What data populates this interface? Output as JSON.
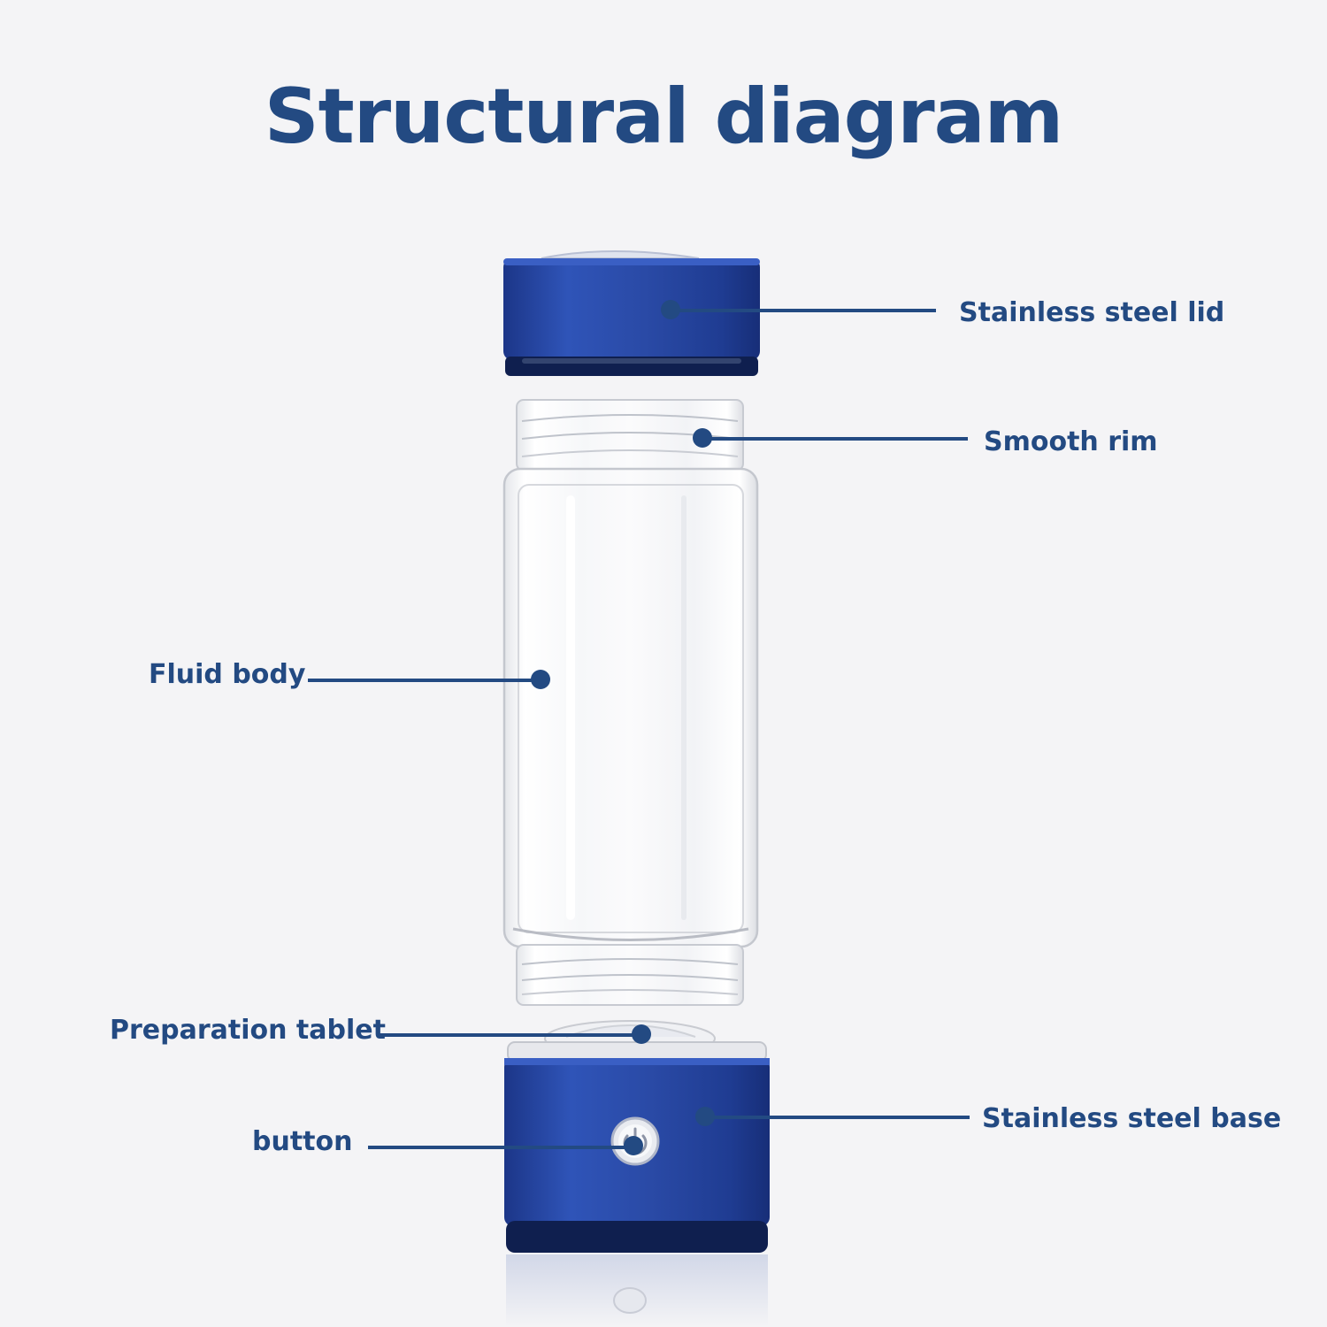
{
  "title": "Structural diagram",
  "labels": {
    "lid": "Stainless steel lid",
    "rim": "Smooth rim",
    "fluid_body": "Fluid body",
    "tablet": "Preparation tablet",
    "button": "button",
    "base": "Stainless steel base"
  },
  "colors": {
    "accent": "#234a82",
    "metal_blue": "#2a4aa6",
    "background": "#f4f4f6"
  },
  "icons": {
    "button": "power-icon"
  }
}
